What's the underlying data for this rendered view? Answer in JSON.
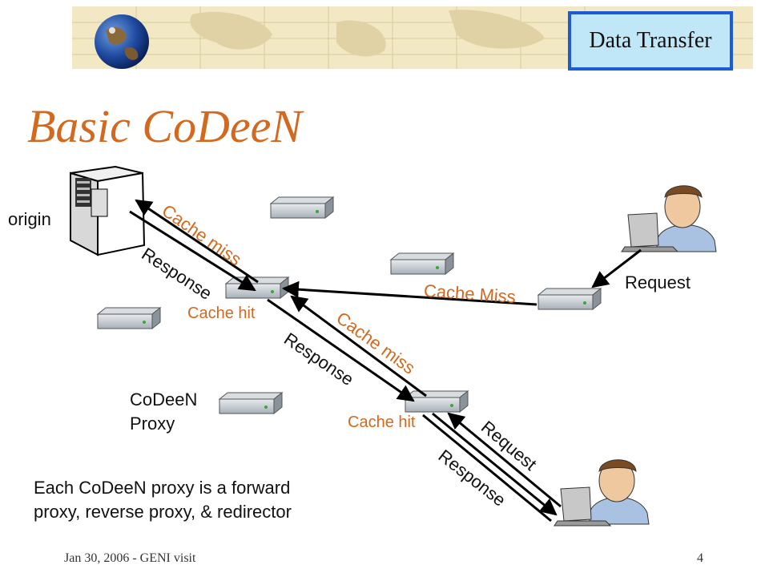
{
  "header": {
    "section_tag": "Data Transfer",
    "title": "Basic CoDeeN"
  },
  "diagram": {
    "nodes": {
      "origin_label": "origin",
      "proxy_legend": "CoDeeN\nProxy",
      "client_top_label": "Request"
    },
    "labels": {
      "cache_miss_1": "Cache miss",
      "response_1": "Response",
      "cache_hit_1": "Cache hit",
      "cache_miss_2": "Cache Miss",
      "cache_miss_3": "Cache miss",
      "response_2": "Response",
      "cache_hit_2": "Cache hit",
      "request_2": "Request",
      "response_3": "Response"
    },
    "note": "Each CoDeeN proxy is a forward\nproxy, reverse proxy, & redirector"
  },
  "footer": {
    "left": "Jan 30, 2006 - GENI visit",
    "page_number": "4"
  },
  "colors": {
    "accent": "#d2691e",
    "tag_fill": "#bfe7f7",
    "tag_border": "#1b5bd6",
    "banner": "#f2e8c4"
  }
}
